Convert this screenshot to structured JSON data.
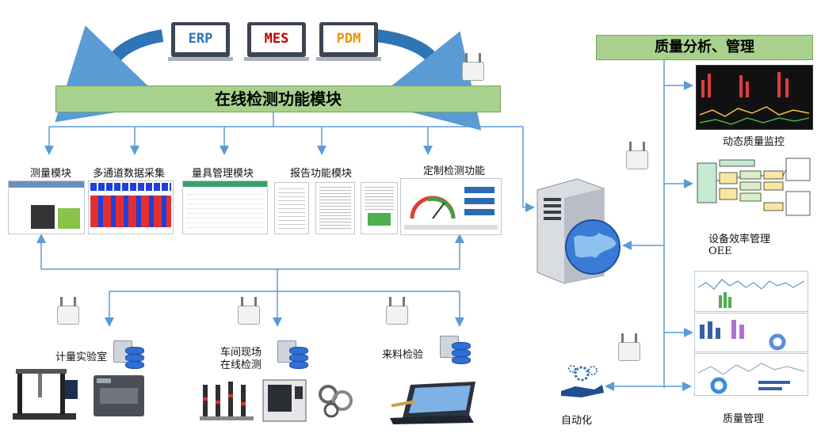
{
  "systems": [
    "ERP",
    "MES",
    "PDM"
  ],
  "center_title": "在线检测功能模块",
  "modules": [
    "测量模块",
    "多通道数据采集",
    "量具管理模块",
    "报告功能模块",
    "定制检测功能"
  ],
  "sites": [
    "计量实验室",
    "车间现场",
    "在线检测",
    "来料检验"
  ],
  "right_title": "质量分析、管理",
  "right_items": [
    "动态质量监控",
    "设备效率管理",
    "OEE",
    "自动化",
    "质量管理"
  ],
  "colors": {
    "banner": "#a9d18e",
    "arrow": "#5b9bd5",
    "globe": "#3a7bd5"
  }
}
